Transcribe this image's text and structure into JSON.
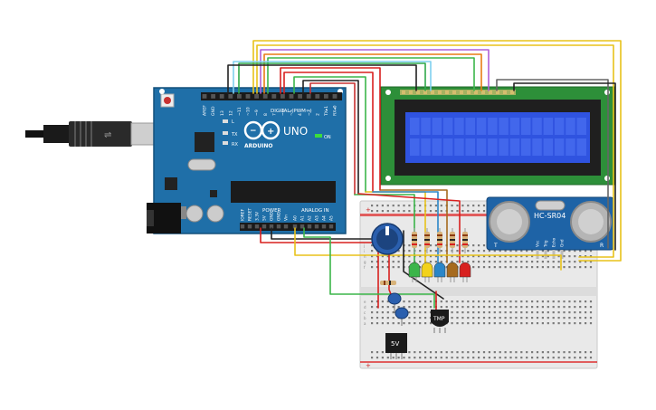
{
  "arduino": {
    "brand": "ARDUINO",
    "model": "UNO",
    "digital_label": "DIGITAL (PWM~)",
    "analog_label": "ANALOG IN",
    "power_label": "POWER",
    "on_label": "ON",
    "led_l": "L",
    "led_tx": "TX",
    "led_rx": "RX",
    "top_pins": [
      "AREF",
      "GND",
      "13",
      "12",
      "~11",
      "~10",
      "~9",
      "8",
      "7",
      "~6",
      "~5",
      "4",
      "~3",
      "2",
      "TX▸1",
      "RX◂0"
    ],
    "power_pins": [
      "IOREF",
      "RESET",
      "3.3V",
      "5V",
      "GND",
      "GND",
      "Vin"
    ],
    "analog_pins": [
      "A0",
      "A1",
      "A2",
      "A3",
      "A4",
      "A5"
    ]
  },
  "sensor": {
    "label": "HC-SR04",
    "left_mark": "T",
    "right_mark": "R",
    "pins": [
      "Vcc",
      "Trig",
      "Echo",
      "Gnd"
    ]
  },
  "temp_sensor": {
    "label": "TMP"
  },
  "regulator": {
    "label": "5V"
  },
  "breadboard": {
    "plus": "+",
    "minus": "-",
    "rows_top": [
      "j",
      "i",
      "h",
      "g",
      "f"
    ],
    "rows_bottom": [
      "e",
      "d",
      "c",
      "b",
      "a"
    ]
  },
  "leds": [
    {
      "color": "#3bb54a"
    },
    {
      "color": "#f2d21b"
    },
    {
      "color": "#2a86c8"
    },
    {
      "color": "#a66a1e"
    },
    {
      "color": "#d8201f"
    }
  ],
  "colors": {
    "board": "#1f6fa8",
    "board_dark": "#13507c",
    "lcd_body": "#2d8f39",
    "lcd_screen": "#2f53e0",
    "sensor_body": "#1e63a6",
    "breadboard": "#ececec"
  }
}
